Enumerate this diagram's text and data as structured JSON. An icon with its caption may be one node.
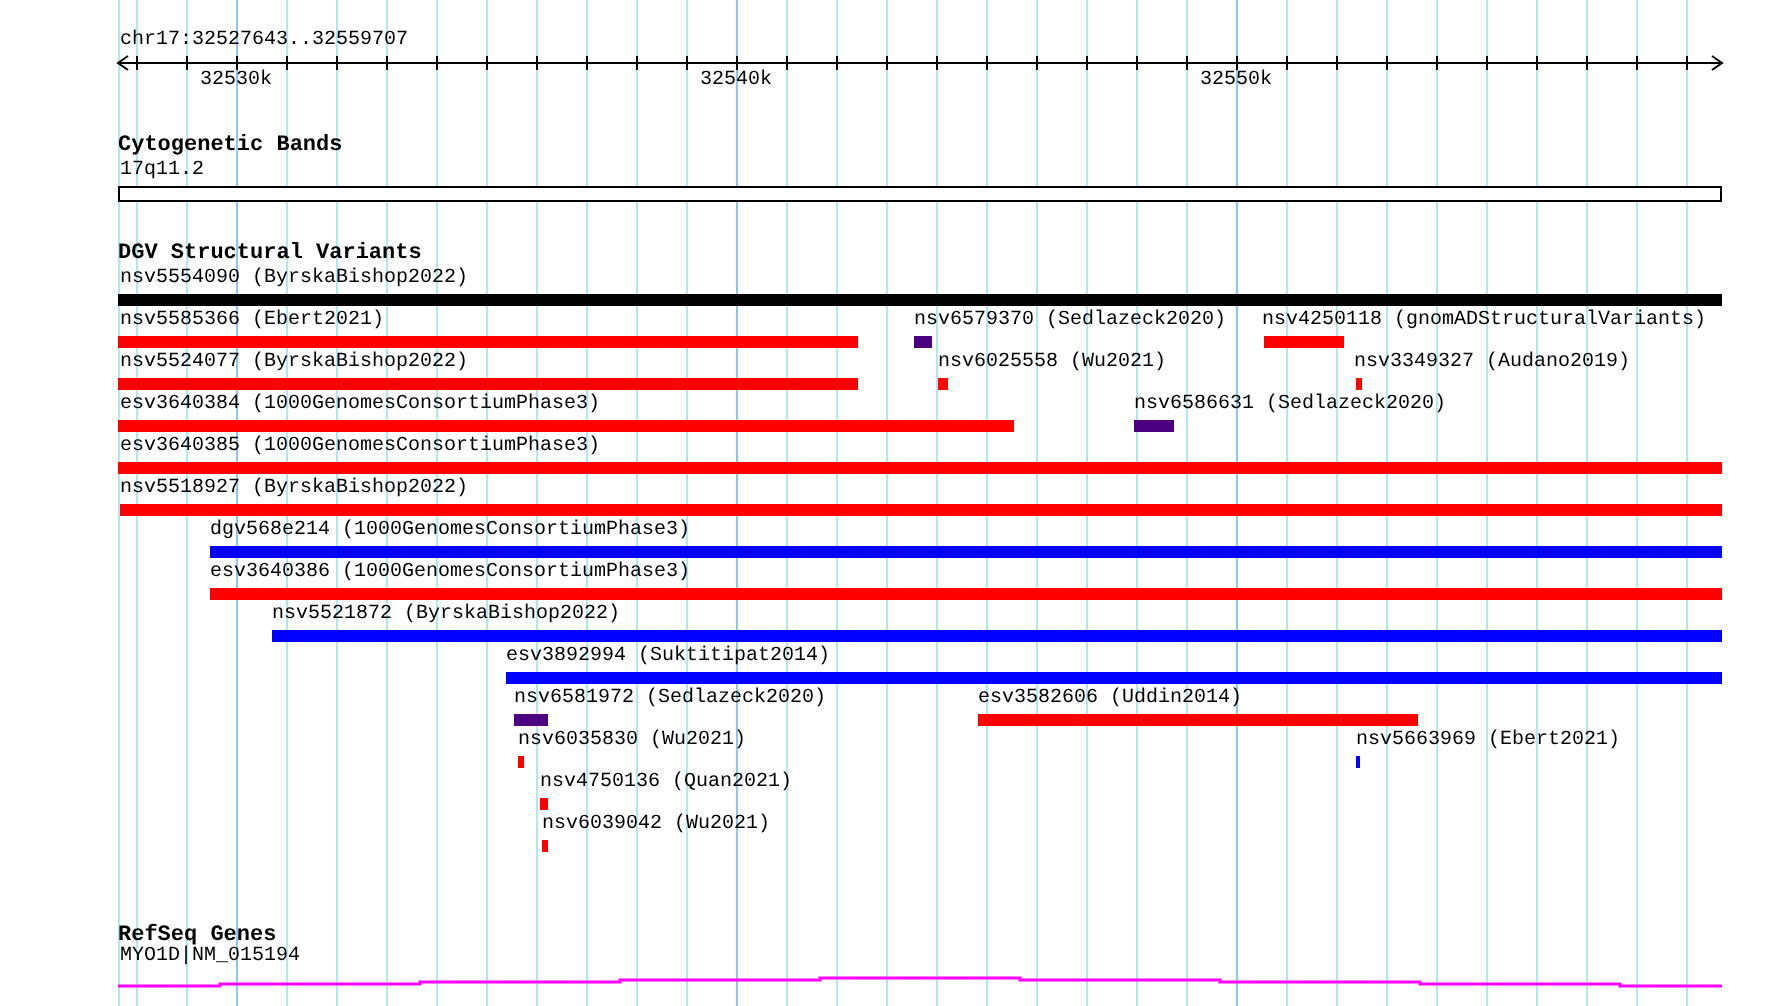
{
  "diagram": {
    "nodes": [
      {
        "text": [
          "17q11.2"
        ]
      },
      {
        "text": [
          "nsv5554090 (ByrskaBishop2022)"
        ]
      },
      {
        "text": [
          "nsv5585366 (Ebert2021)"
        ]
      },
      {
        "text": [
          "nsv6579370 (Sedlazeck2020)"
        ]
      },
      {
        "text": [
          "nsv4250118 (gnomADStructuralVariants)"
        ]
      },
      {
        "text": [
          "nsv5524077 (ByrskaBishop2022)"
        ]
      },
      {
        "text": [
          "nsv6025558 (Wu2021)"
        ]
      },
      {
        "text": [
          "nsv3349327 (Audano2019)"
        ]
      },
      {
        "text": [
          "esv3640384 (1000GenomesConsortiumPhase3)"
        ]
      },
      {
        "text": [
          "nsv6586631 (Sedlazeck2020)"
        ]
      },
      {
        "text": [
          "esv3640385 (1000GenomesConsortiumPhase3)"
        ]
      },
      {
        "text": [
          "nsv5518927 (ByrskaBishop2022)"
        ]
      },
      {
        "text": [
          "dgv568e214 (1000GenomesConsortiumPhase3)"
        ]
      },
      {
        "text": [
          "esv3640386 (1000GenomesConsortiumPhase3)"
        ]
      },
      {
        "text": [
          "nsv5521872 (ByrskaBishop2022)"
        ]
      },
      {
        "text": [
          "esv3892994 (Suktitipat2014)"
        ]
      },
      {
        "text": [
          "nsv6581972 (Sedlazeck2020)"
        ]
      },
      {
        "text": [
          "esv3582606 (Uddin2014)"
        ]
      },
      {
        "text": [
          "nsv6035830 (Wu2021)"
        ]
      },
      {
        "text": [
          "nsv5663969 (Ebert2021)"
        ]
      },
      {
        "text": [
          "nsv4750136 (Quan2021)"
        ]
      },
      {
        "text": [
          "nsv6039042 (Wu2021)"
        ]
      },
      {
        "text": [
          "MYO1D|NM_015194"
        ]
      }
    ],
    "labels": [
      "chr17:32527643..32559707",
      "32530k",
      "32540k",
      "32550k",
      "Cytogenetic Bands",
      "DGV Structural Variants",
      "RefSeq Genes"
    ]
  }
}
